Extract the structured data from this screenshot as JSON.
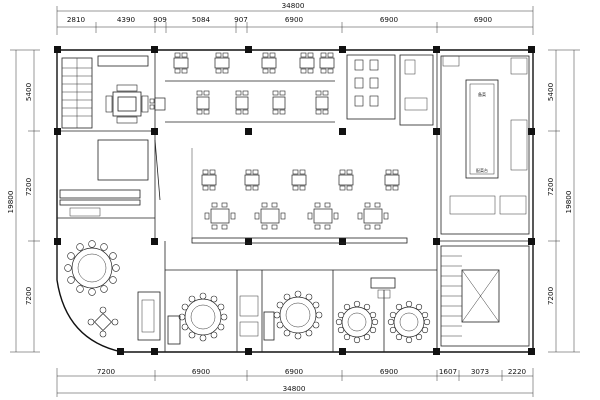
{
  "drawing": {
    "top_total": "34800",
    "top_segments": [
      "2810",
      "4390",
      "909",
      "5084",
      "907",
      "6900",
      "6900",
      "6900"
    ],
    "bottom_total": "34800",
    "bottom_segments": [
      "7200",
      "6900",
      "6900",
      "6900",
      "1607",
      "3073",
      "2220"
    ],
    "left_total": "19800",
    "left_segments": [
      "5400",
      "7200",
      "7200"
    ],
    "right_total": "19800",
    "right_segments": [
      "5400",
      "7200",
      "7200"
    ],
    "kitchen_labels": [
      "备菜",
      "配菜台"
    ]
  }
}
